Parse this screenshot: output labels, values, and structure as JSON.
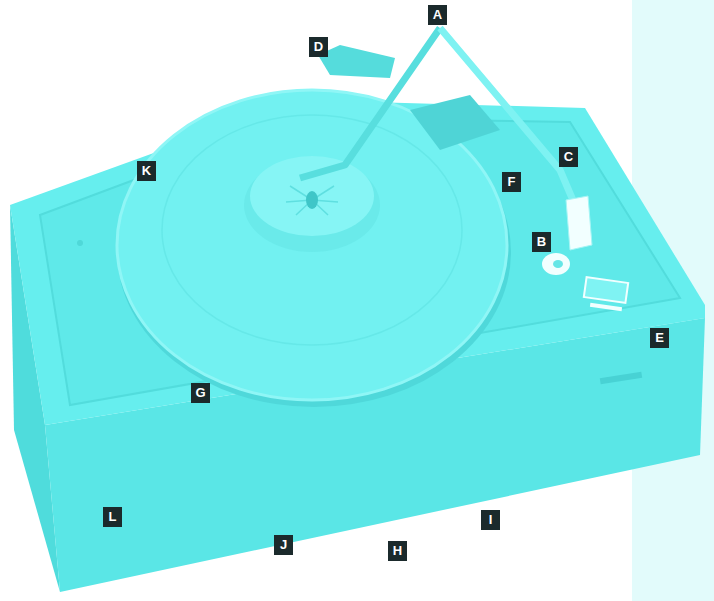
{
  "diagram": {
    "labels": [
      "A",
      "D",
      "C",
      "K",
      "F",
      "B",
      "E",
      "G",
      "L",
      "I",
      "J",
      "H"
    ]
  }
}
